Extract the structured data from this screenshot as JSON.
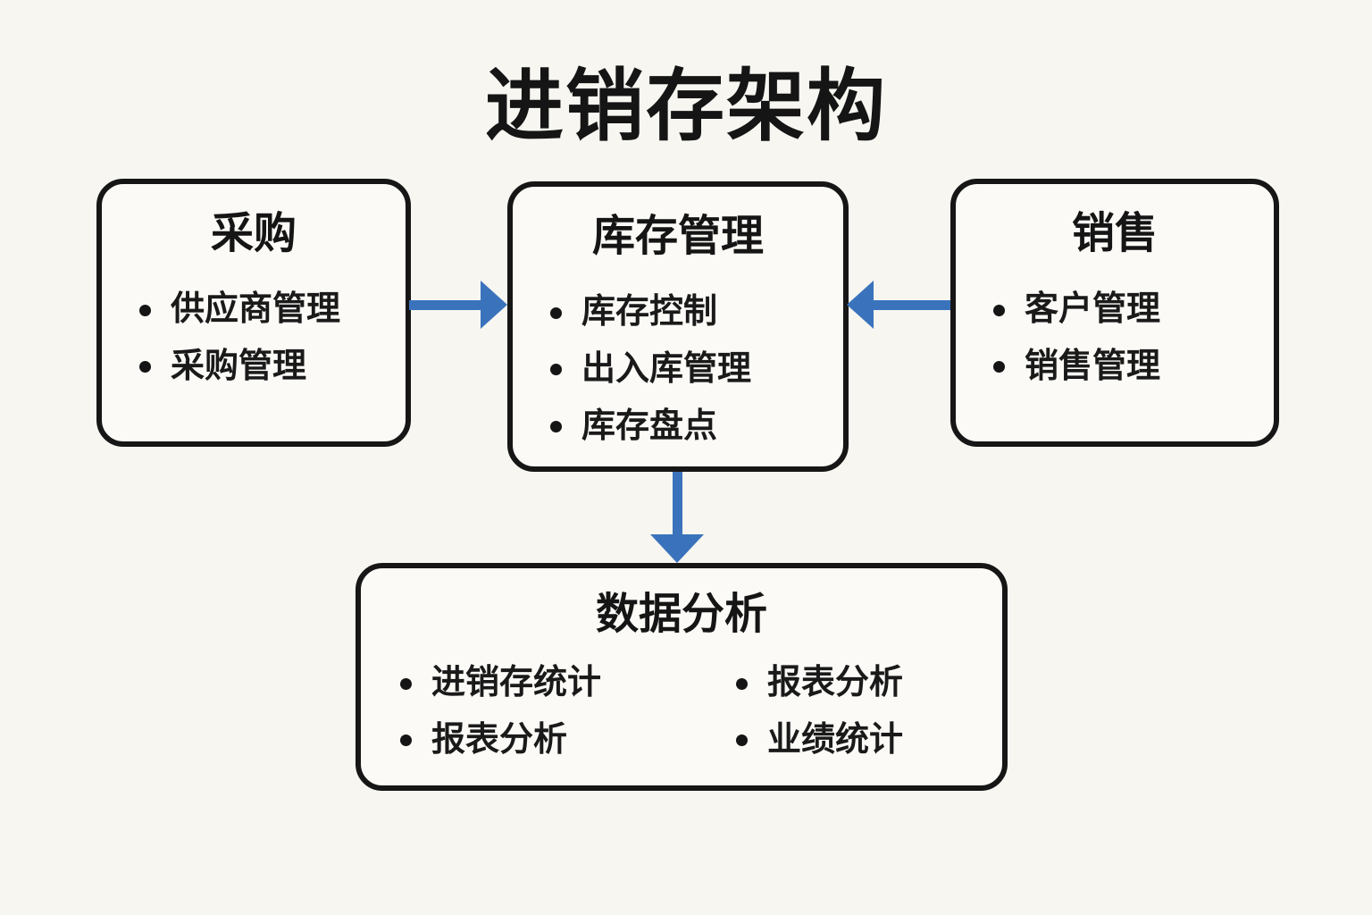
{
  "title": "进销存架构",
  "colors": {
    "arrow_blue": "#3a73bc",
    "box_border": "#161616",
    "background": "#f7f6f1",
    "box_background": "#fbfaf6",
    "text": "#1a1a1a"
  },
  "boxes": {
    "procurement": {
      "title": "采购",
      "items": [
        "供应商管理",
        "采购管理"
      ]
    },
    "inventory": {
      "title": "库存管理",
      "items": [
        "库存控制",
        "出入库管理",
        "库存盘点"
      ]
    },
    "sales": {
      "title": "销售",
      "items": [
        "客户管理",
        "销售管理"
      ]
    },
    "analysis": {
      "title": "数据分析",
      "columns": [
        [
          "进销存统计",
          "报表分析"
        ],
        [
          "报表分析",
          "业绩统计"
        ]
      ]
    }
  },
  "arrows": [
    {
      "id": "procurement-to-inventory",
      "direction": "right"
    },
    {
      "id": "sales-to-inventory",
      "direction": "left"
    },
    {
      "id": "inventory-to-analysis",
      "direction": "down"
    }
  ]
}
